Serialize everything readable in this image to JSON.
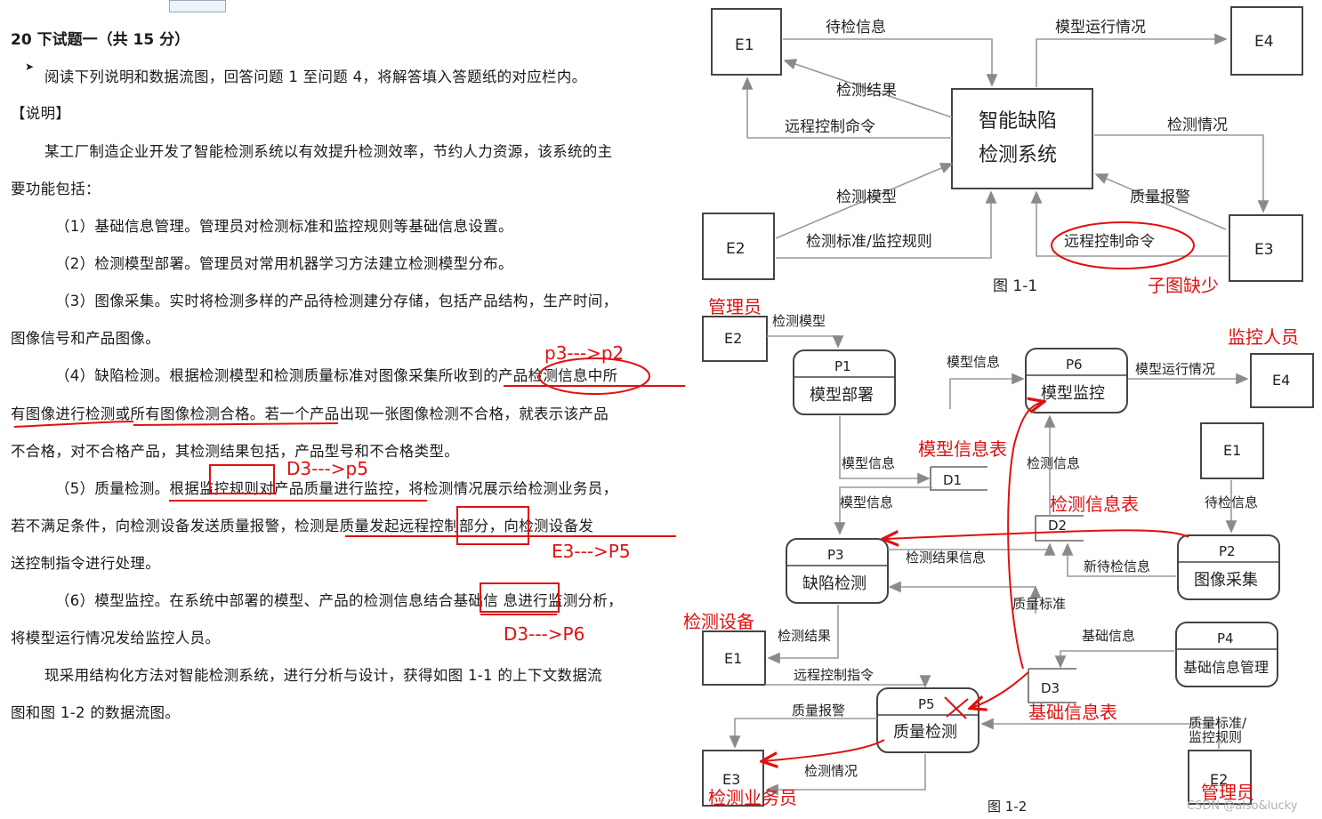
{
  "question": {
    "title": "20 下试题一（共 15 分）",
    "instruction": "阅读下列说明和数据流图，回答问题 1 至问题 4，将解答填入答题纸的对应栏内。",
    "section": "【说明】",
    "intro_1": "某工厂制造企业开发了智能检测系统以有效提升检测效率，节约人力资源，该系统的主",
    "intro_2": "要功能包括：",
    "f1": "（1）基础信息管理。管理员对检测标准和监控规则等基础信息设置。",
    "f2": "（2）检测模型部署。管理员对常用机器学习方法建立检测模型分布。",
    "f3a": "（3）图像采集。实时将检测多样的产品待检测建分存储，包括产品结构，生产时间，",
    "f3b": "图像信号和产品图像。",
    "f4a": "（4）缺陷检测。根据检测模型和检测质量标准对图像采集所收到的产品检测信息中所",
    "f4b": "有图像进行检测或所有图像检测合格。若一个产品出现一张图像检测不合格，就表示该产品",
    "f4c": "不合格，对不合格产品，其检测结果包括，产品型号和不合格类型。",
    "f5a": "（5）质量检测。根据监控规则对产品质量进行监控，将检测情况展示给检测业务员，",
    "f5b": "若不满足条件，向检测设备发送质量报警，检测是质量发起远程控制部分，向检测设备发",
    "f5c": "送控制指令进行处理。",
    "f6a": "（6）模型监控。在系统中部署的模型、产品的检测信息结合基础信 息进行监测分析，",
    "f6b": "将模型运行情况发给监控人员。",
    "outro_1": "现采用结构化方法对智能检测系统，进行分析与设计，获得如图 1-1 的上下文数据流",
    "outro_2": "图和图 1-2 的数据流图。"
  },
  "fig1": {
    "caption": "图 1-1",
    "system": [
      "智能缺陷",
      "检测系统"
    ],
    "entities": {
      "e1": "E1",
      "e2": "E2",
      "e3": "E3",
      "e4": "E4"
    },
    "flows": {
      "pending_info": "待检信息",
      "model_status": "模型运行情况",
      "detect_result": "检测结果",
      "remote_cmd": "远程控制命令",
      "detect_status": "检测情况",
      "detect_model": "检测模型",
      "quality_alarm": "质量报警",
      "standard_rules": "检测标准/监控规则",
      "remote_cmd_2": "远程控制命令"
    }
  },
  "fig2": {
    "caption": "图 1-2",
    "processes": {
      "p1": {
        "id": "P1",
        "name": "模型部署"
      },
      "p2": {
        "id": "P2",
        "name": "图像采集"
      },
      "p3": {
        "id": "P3",
        "name": "缺陷检测"
      },
      "p4": {
        "id": "P4",
        "name": "基础信息管理"
      },
      "p5": {
        "id": "P5",
        "name": "质量检测"
      },
      "p6": {
        "id": "P6",
        "name": "模型监控"
      }
    },
    "stores": {
      "d1": "D1",
      "d2": "D2",
      "d3": "D3"
    },
    "entities": {
      "e2a": "E2",
      "e4": "E4",
      "e1a": "E1",
      "e1b": "E1",
      "e3": "E3",
      "e2b": "E2"
    },
    "flows": {
      "detect_model": "检测模型",
      "model_info_1": "模型信息",
      "model_status": "模型运行情况",
      "model_info_2": "模型信息",
      "model_info_3": "模型信息",
      "detect_info": "检测信息",
      "pending_info": "待检信息",
      "result_info": "检测结果信息",
      "new_pending": "新待检信息",
      "quality_std": "质量标准",
      "detect_result": "检测结果",
      "basic_info": "基础信息",
      "remote_cmd": "远程控制指令",
      "quality_alarm": "质量报警",
      "std_rules_a": "质量标准/",
      "std_rules_b": "监控规则",
      "detect_status": "检测情况"
    }
  },
  "annotations": {
    "missing_subfig": "子图缺少",
    "admin_1": "管理员",
    "monitor": "监控人员",
    "model_info_table": "模型信息表",
    "detect_info_table": "检测信息表",
    "detect_device": "检测设备",
    "basic_info_table": "基础信息表",
    "detect_staff": "检测业务员",
    "admin_2": "管理员",
    "fix_1": "p3--->p2",
    "fix_2": "D3--->p5",
    "fix_3": "E3--->P5",
    "fix_4": "D3--->P6"
  },
  "watermark": "CSDN @also&lucky"
}
